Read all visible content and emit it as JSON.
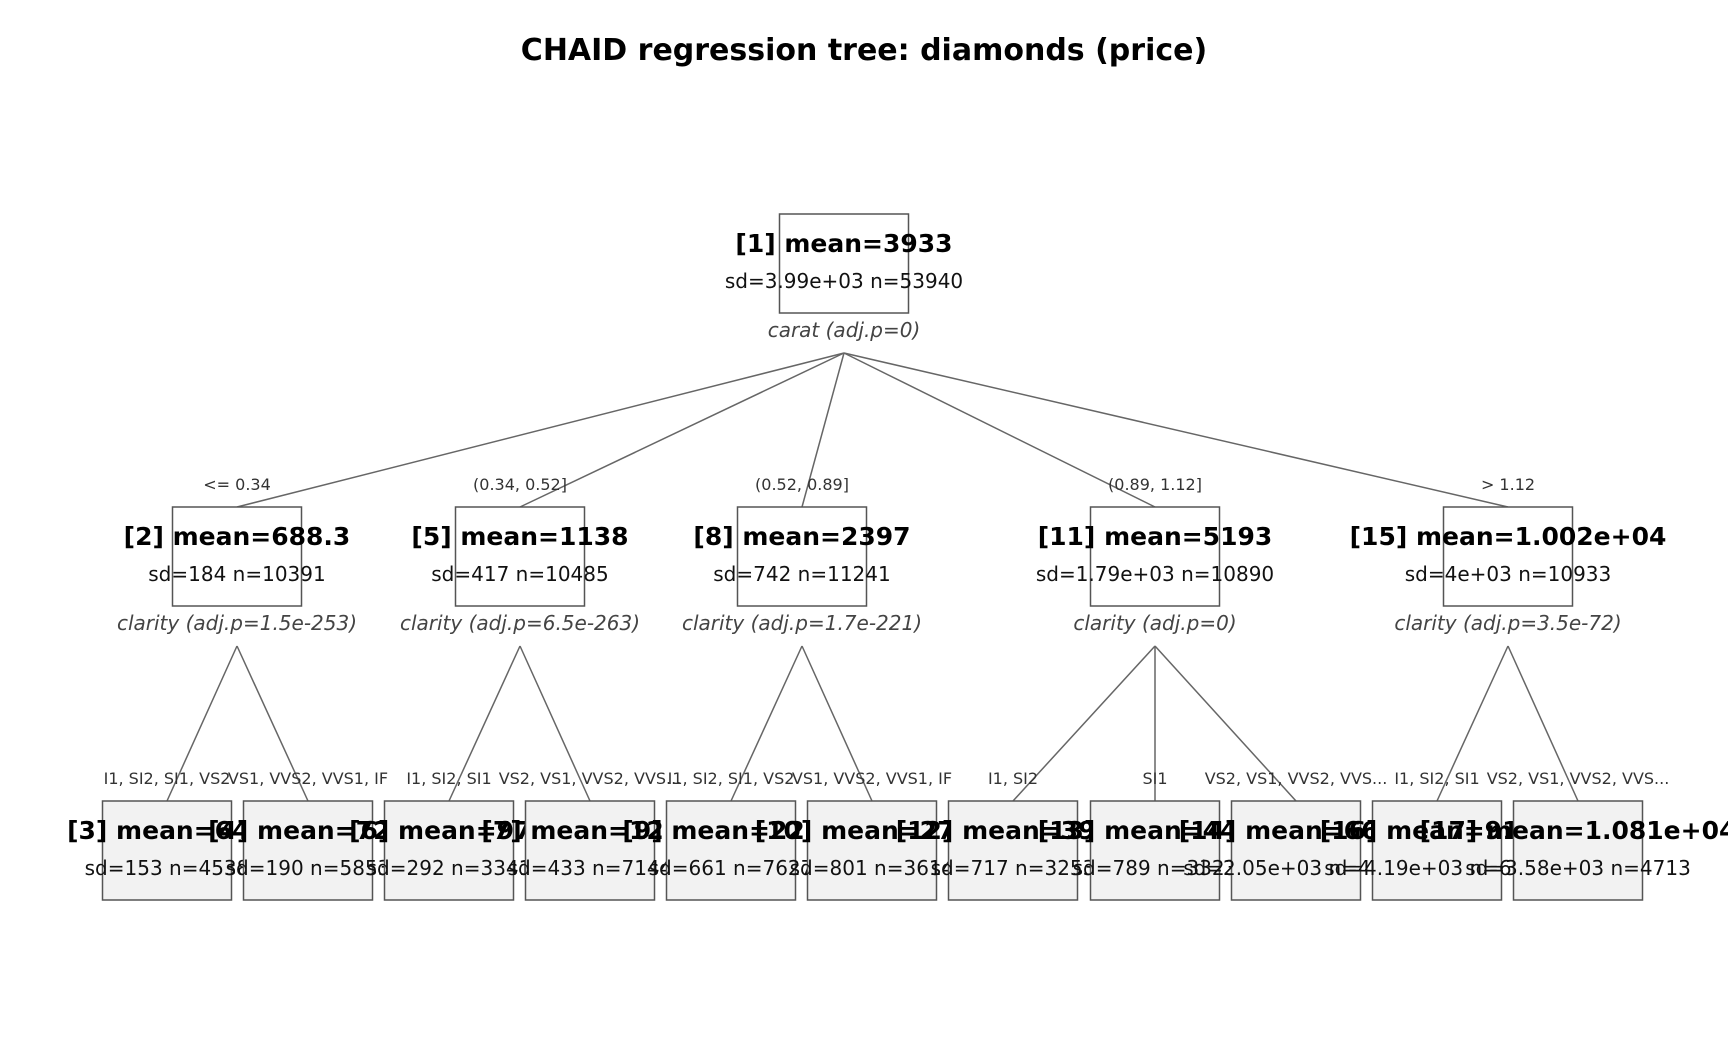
{
  "title": "CHAID regression tree: diamonds (price)",
  "nodes": [
    {
      "id": "n1",
      "mean": "[1] mean=3933",
      "stats": "sd=3.99e+03  n=53940",
      "split": "carat (adj.p=0)",
      "leaf": false
    },
    {
      "id": "n2",
      "mean": "[2] mean=688.3",
      "stats": "sd=184  n=10391",
      "split": "clarity (adj.p=1.5e-253)",
      "leaf": false
    },
    {
      "id": "n5",
      "mean": "[5] mean=1138",
      "stats": "sd=417  n=10485",
      "split": "clarity (adj.p=6.5e-263)",
      "leaf": false
    },
    {
      "id": "n8",
      "mean": "[8] mean=2397",
      "stats": "sd=742  n=11241",
      "split": "clarity (adj.p=1.7e-221)",
      "leaf": false
    },
    {
      "id": "n11",
      "mean": "[11] mean=5193",
      "stats": "sd=1.79e+03  n=10890",
      "split": "clarity (adj.p=0)",
      "leaf": false
    },
    {
      "id": "n15",
      "mean": "[15] mean=1.002e+04",
      "stats": "sd=4e+03  n=10933",
      "split": "clarity (adj.p=3.5e-72)",
      "leaf": false
    },
    {
      "id": "n3",
      "mean": "[3] mean=642",
      "stats": "sd=153  n=4538",
      "split": "",
      "leaf": true
    },
    {
      "id": "n4",
      "mean": "[4] mean=726",
      "stats": "sd=190  n=5853",
      "split": "",
      "leaf": true
    },
    {
      "id": "n6",
      "mean": "[6] mean=973",
      "stats": "sd=292  n=3341",
      "split": "",
      "leaf": true
    },
    {
      "id": "n7",
      "mean": "[7] mean=1212",
      "stats": "sd=433  n=7144",
      "split": "",
      "leaf": true
    },
    {
      "id": "n9",
      "mean": "[9] mean=2224",
      "stats": "sd=661  n=7627",
      "split": "",
      "leaf": true
    },
    {
      "id": "n10",
      "mean": "[10] mean=2727",
      "stats": "sd=801  n=3614",
      "split": "",
      "leaf": true
    },
    {
      "id": "n12",
      "mean": "[12] mean=3939",
      "stats": "sd=717  n=3253",
      "split": "",
      "leaf": true
    },
    {
      "id": "n13",
      "mean": "[13] mean=4446",
      "stats": "sd=789  n=3323",
      "split": "",
      "leaf": true
    },
    {
      "id": "n14",
      "mean": "[14] mean=6661",
      "stats": "sd=2.05e+03  n=4314",
      "split": "",
      "leaf": true
    },
    {
      "id": "n16",
      "mean": "[16] mean=9194",
      "stats": "sd=4.19e+03  n=6220",
      "split": "",
      "leaf": true
    },
    {
      "id": "n17",
      "mean": "[17] mean=1.081e+04",
      "stats": "sd=3.58e+03  n=4713",
      "split": "",
      "leaf": true
    }
  ],
  "edges": [
    {
      "from": "n1",
      "to": "n2",
      "label": "<= 0.34"
    },
    {
      "from": "n1",
      "to": "n5",
      "label": "(0.34, 0.52]"
    },
    {
      "from": "n1",
      "to": "n8",
      "label": "(0.52, 0.89]"
    },
    {
      "from": "n1",
      "to": "n11",
      "label": "(0.89, 1.12]"
    },
    {
      "from": "n1",
      "to": "n15",
      "label": "> 1.12"
    },
    {
      "from": "n2",
      "to": "n3",
      "label": "I1, SI2, SI1, VS2"
    },
    {
      "from": "n2",
      "to": "n4",
      "label": "VS1, VVS2, VVS1, IF"
    },
    {
      "from": "n5",
      "to": "n6",
      "label": "I1, SI2, SI1"
    },
    {
      "from": "n5",
      "to": "n7",
      "label": "VS2, VS1, VVS2, VVS..."
    },
    {
      "from": "n8",
      "to": "n9",
      "label": "I1, SI2, SI1, VS2"
    },
    {
      "from": "n8",
      "to": "n10",
      "label": "VS1, VVS2, VVS1, IF"
    },
    {
      "from": "n11",
      "to": "n12",
      "label": "I1, SI2"
    },
    {
      "from": "n11",
      "to": "n13",
      "label": "SI1"
    },
    {
      "from": "n11",
      "to": "n14",
      "label": "VS2, VS1, VVS2, VVS..."
    },
    {
      "from": "n15",
      "to": "n16",
      "label": "I1, SI2, SI1"
    },
    {
      "from": "n15",
      "to": "n17",
      "label": "VS2, VS1, VVS2, VVS..."
    }
  ],
  "colors": {
    "inner_fill": "#ffffff",
    "leaf_fill": "#f2f2f2",
    "border": "#555555",
    "edge": "#666666"
  }
}
